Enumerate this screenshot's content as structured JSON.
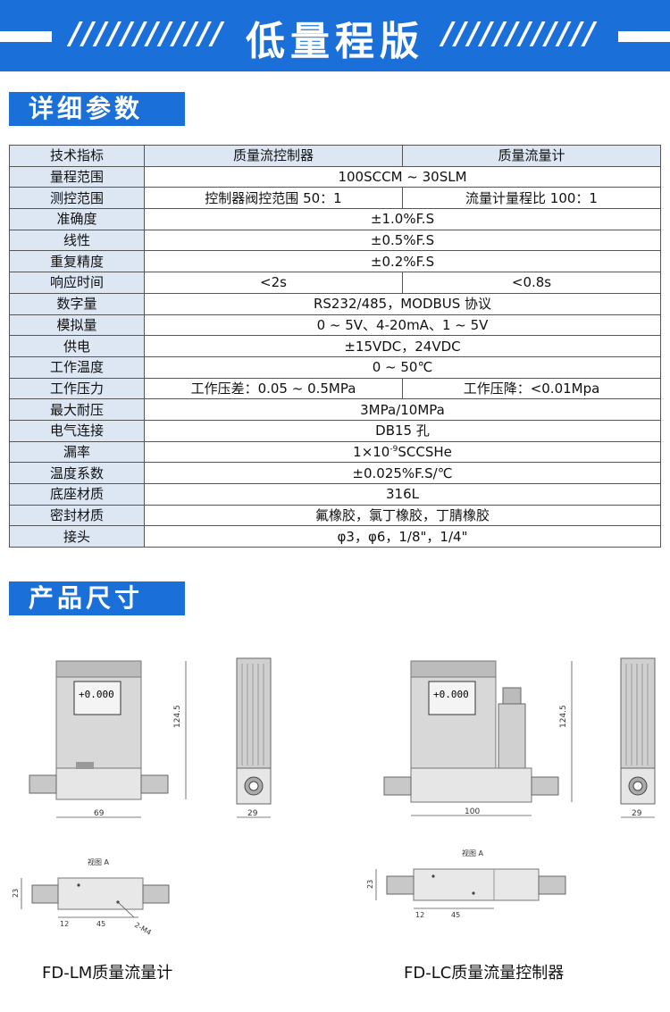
{
  "banner": {
    "left_slashes": "////////////",
    "title": "低量程版",
    "right_slashes": "////////////"
  },
  "sections": {
    "params": "详细参数",
    "dims": "产品尺寸"
  },
  "table": {
    "header": {
      "c0": "技术指标",
      "c1": "质量流控制器",
      "c2": "质量流量计"
    },
    "rows": [
      {
        "label": "量程范围",
        "value": "100SCCM ~ 30SLM"
      },
      {
        "label": "测控范围",
        "v1": "控制器阀控范围 50：1",
        "v2": "流量计量程比 100：1"
      },
      {
        "label": "准确度",
        "value": "±1.0%F.S"
      },
      {
        "label": "线性",
        "value": "±0.5%F.S"
      },
      {
        "label": "重复精度",
        "value": "±0.2%F.S"
      },
      {
        "label": "响应时间",
        "v1": "<2s",
        "v2": "<0.8s"
      },
      {
        "label": "数字量",
        "value": "RS232/485，MODBUS 协议"
      },
      {
        "label": "模拟量",
        "value": "0 ~ 5V、4-20mA、1 ~ 5V"
      },
      {
        "label": "供电",
        "value": "±15VDC，24VDC"
      },
      {
        "label": "工作温度",
        "value": "0 ~ 50℃"
      },
      {
        "label": "工作压力",
        "v1": "工作压差：0.05 ~ 0.5MPa",
        "v2": "工作压降：<0.01Mpa"
      },
      {
        "label": "最大耐压",
        "value": "3MPa/10MPa"
      },
      {
        "label": "电气连接",
        "value": "DB15 孔"
      },
      {
        "label": "漏率",
        "v_pre": "1×10",
        "v_sup": "-9",
        "v_post": "SCCSHe"
      },
      {
        "label": "温度系数",
        "value": "±0.025%F.S/℃"
      },
      {
        "label": "底座材质",
        "value": "316L"
      },
      {
        "label": "密封材质",
        "value": "氟橡胶，氯丁橡胶，丁腈橡胶"
      },
      {
        "label": "接头",
        "value": "φ3，φ6，1/8\"，1/4\""
      }
    ]
  },
  "drawings": {
    "display": "+0.000",
    "lm": {
      "height": "124.5",
      "width": "69",
      "side_width": "29",
      "view": "视图 A",
      "d1": "23",
      "d2": "12",
      "d3": "45",
      "d4": "2-M4",
      "caption": "FD-LM质量流量计"
    },
    "lc": {
      "height": "124.5",
      "width": "100",
      "side_width": "29",
      "view": "视图 A",
      "d1": "23",
      "d2": "12",
      "d3": "45",
      "caption": "FD-LC质量流量控制器"
    }
  },
  "colors": {
    "accent": "#1a6fd8",
    "table_header": "#dde6f3"
  }
}
